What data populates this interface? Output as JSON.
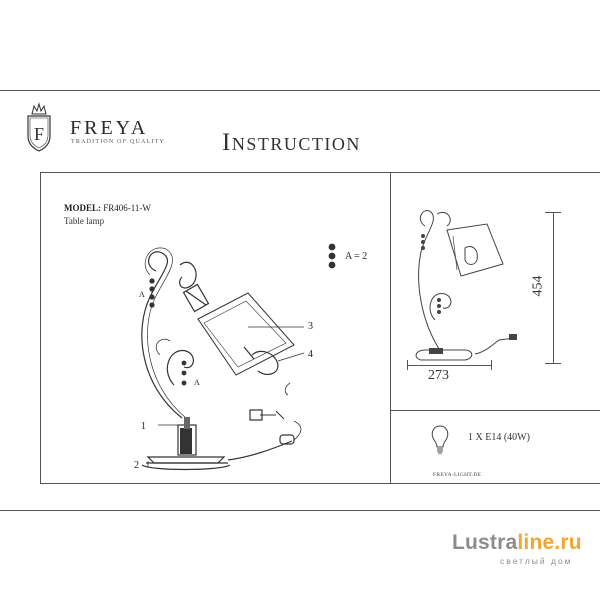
{
  "brand": {
    "name": "FREYA",
    "tagline": "TRADITION OF QUALITY",
    "logo_letter": "F"
  },
  "title": "Instruction",
  "model": {
    "label": "MODEL:",
    "value": "FR406-11-W"
  },
  "product_type": "Table lamp",
  "diagram": {
    "callout_1": "1",
    "callout_2": "2",
    "callout_3": "3",
    "callout_4": "4",
    "label_a_top": "A",
    "label_a_bottom": "A",
    "legend_a": "A = 2"
  },
  "dimensions": {
    "height": "454",
    "width": "273"
  },
  "bulb": {
    "spec": "1 X E14 (40W)",
    "icon": "bulb-icon"
  },
  "website": "FREYA-LIGHT.DE",
  "watermark": {
    "part1": "Lustra",
    "part2": "line.ru",
    "sub": "светлый дом"
  },
  "colors": {
    "line": "#555555",
    "watermark_gray": "#8c8c8c",
    "watermark_orange": "#f2a531"
  }
}
